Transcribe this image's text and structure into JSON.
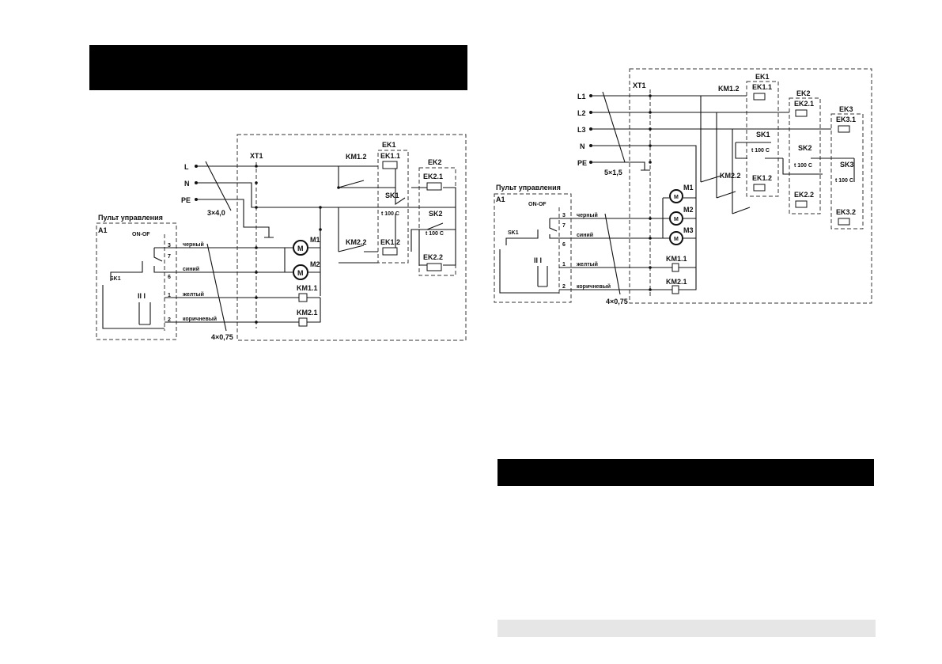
{
  "left": {
    "heading_text": "",
    "terms": [
      "L",
      "N",
      "PE"
    ],
    "cable_main": "3×4,0",
    "cable_ctrl": "4×0,75",
    "panel_title": "Пульт управления",
    "panel_id": "A1",
    "on_off": "ON-OF",
    "sk1": "SK1",
    "switch_pos": "II   I",
    "pins": [
      "3",
      "7",
      "6",
      "1",
      "2"
    ],
    "wires": [
      "черный",
      "синий",
      "желтый",
      "коричневый"
    ],
    "xt1": "XT1",
    "motors": [
      "M1",
      "M2"
    ],
    "contactors": [
      "KM1.1",
      "KM2.1"
    ],
    "contacts": [
      "KM1.2",
      "KM2.2"
    ],
    "ek1": "EK1",
    "ek1_items": [
      "EK1.1",
      "EK1.2"
    ],
    "ek2": "EK2",
    "ek2_items": [
      "EK2.1",
      "EK2.2"
    ],
    "thermo": [
      "SK1",
      "SK2"
    ],
    "temp": "t 100 C"
  },
  "right": {
    "terms": [
      "L1",
      "L2",
      "L3",
      "N",
      "PE"
    ],
    "cable_main": "5×1,5",
    "cable_ctrl": "4×0,75",
    "panel_title": "Пульт управления",
    "panel_id": "A1",
    "on_off": "ON-OF",
    "sk1": "SK1",
    "switch_pos": "II   I",
    "pins": [
      "3",
      "7",
      "6",
      "1",
      "2"
    ],
    "wires": [
      "черный",
      "синий",
      "желтый",
      "коричневый"
    ],
    "xt1": "XT1",
    "motors": [
      "M1",
      "M2",
      "M3"
    ],
    "contactors": [
      "KM1.1",
      "KM2.1"
    ],
    "contacts": [
      "KM1.2",
      "KM2.2"
    ],
    "ek1": "EK1",
    "ek1_items": [
      "EK1.1",
      "EK1.2"
    ],
    "ek2": "EK2",
    "ek2_items": [
      "EK2.1",
      "EK2.2"
    ],
    "ek3": "EK3",
    "ek3_items": [
      "EK3.1",
      "EK3.2"
    ],
    "thermo": [
      "SK1",
      "SK2",
      "SK3"
    ],
    "temp": "t 100 C",
    "motor_glyph": "M"
  },
  "colors": {
    "bar": "#000000",
    "footer": "#e6e6e6"
  }
}
